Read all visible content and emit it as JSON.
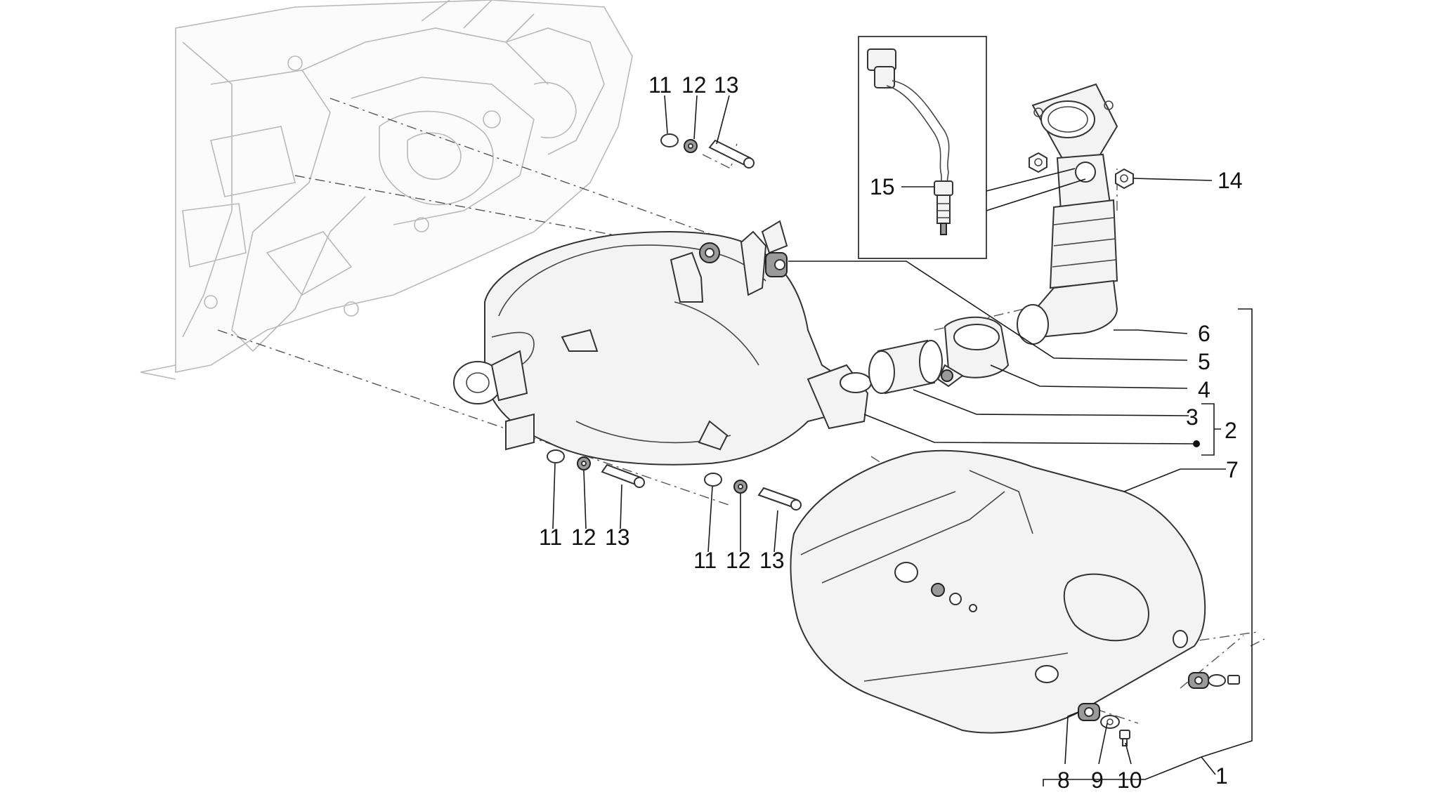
{
  "labels": {
    "n1": "1",
    "n2": "2",
    "n3": "3",
    "n4": "4",
    "n5": "5",
    "n6": "6",
    "n7": "7",
    "n8": "8",
    "n9": "9",
    "n10": "10",
    "n11": "11",
    "n12": "12",
    "n13": "13",
    "n14": "14",
    "n15": "15"
  }
}
